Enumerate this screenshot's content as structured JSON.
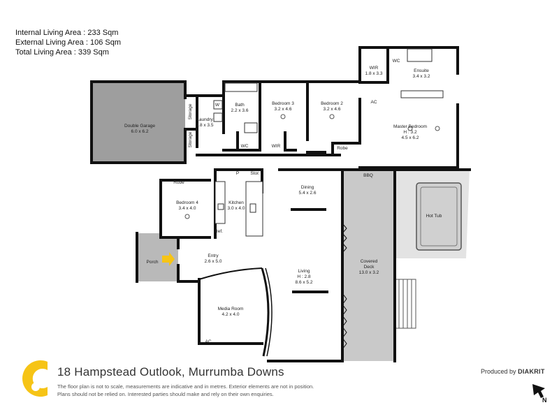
{
  "areas": {
    "internal": "Internal Living Area : 233 Sqm",
    "external": "External Living Area : 106 Sqm",
    "total": "Total Living Area : 339 Sqm"
  },
  "rooms": {
    "double_garage": {
      "name": "Double Garage",
      "size": "6.0 x 6.2"
    },
    "storage_1": "Storage",
    "storage_2": "Storage",
    "laundry": {
      "name": "Laundry",
      "size": "1.8 x 3.5"
    },
    "laundry_w": "W",
    "bath": {
      "name": "Bath",
      "size": "2.2 x 3.6"
    },
    "bath_wc": "WC",
    "bed3_wir": "WIR",
    "bedroom3": {
      "name": "Bedroom 3",
      "size": "3.2 x 4.6"
    },
    "bedroom2": {
      "name": "Bedroom 2",
      "size": "3.2 x 4.6"
    },
    "bed2_robe": "Robe",
    "wir": {
      "name": "WIR",
      "size": "1.8 x 3.3"
    },
    "ensuite_wc": "WC",
    "ensuite": {
      "name": "Ensuite",
      "size": "3.4 x 3.2"
    },
    "master_ac": "AC",
    "master": {
      "name": "Master Bedroom",
      "height": "H : 3.2",
      "size": "4.5 x 6.2"
    },
    "bbq": "BBQ",
    "hot_tub": "Hot Tub",
    "bed4_robe": "Robe",
    "bedroom4": {
      "name": "Bedroom 4",
      "size": "3.4 x 4.0"
    },
    "pantry": "P",
    "stor": "Stor.",
    "kitchen": {
      "name": "Kitchen",
      "size": "3.0 x 4.0"
    },
    "ref": "Ref.",
    "dining": {
      "name": "Dining",
      "size": "5.4 x 2.6"
    },
    "porch": "Porch",
    "entry": {
      "name": "Entry",
      "size": "2.6 x 5.0"
    },
    "living": {
      "name": "Living",
      "height": "H : 2.8",
      "size": "8.6 x 5.2"
    },
    "covered_deck": {
      "name": "Covered",
      "name2": "Deck",
      "size": "13.0 x 3.2"
    },
    "media_room": {
      "name": "Media Room",
      "size": "4.2 x 4.0"
    },
    "media_ac": "AC"
  },
  "footer": {
    "title": "18 Hampstead Outlook, Murrumba Downs",
    "disclaimer_1": "The floor plan is not to scale, measurements are indicative and in metres. Exterior elements are not in position.",
    "disclaimer_2": "Plans should not be relied on. Interested parties should make and rely on their own enquiries.",
    "produced_by": "Produced by",
    "brand": "DIAKRIT",
    "north": "N"
  },
  "colors": {
    "wall": "#111111",
    "garage_fill": "#9e9e9e",
    "porch_fill": "#b9b9b9",
    "deck_fill": "#c9c9c9",
    "tub_fill": "#d0d0d0",
    "logo_yellow": "#f6c416",
    "arrow_yellow": "#f6c416"
  }
}
